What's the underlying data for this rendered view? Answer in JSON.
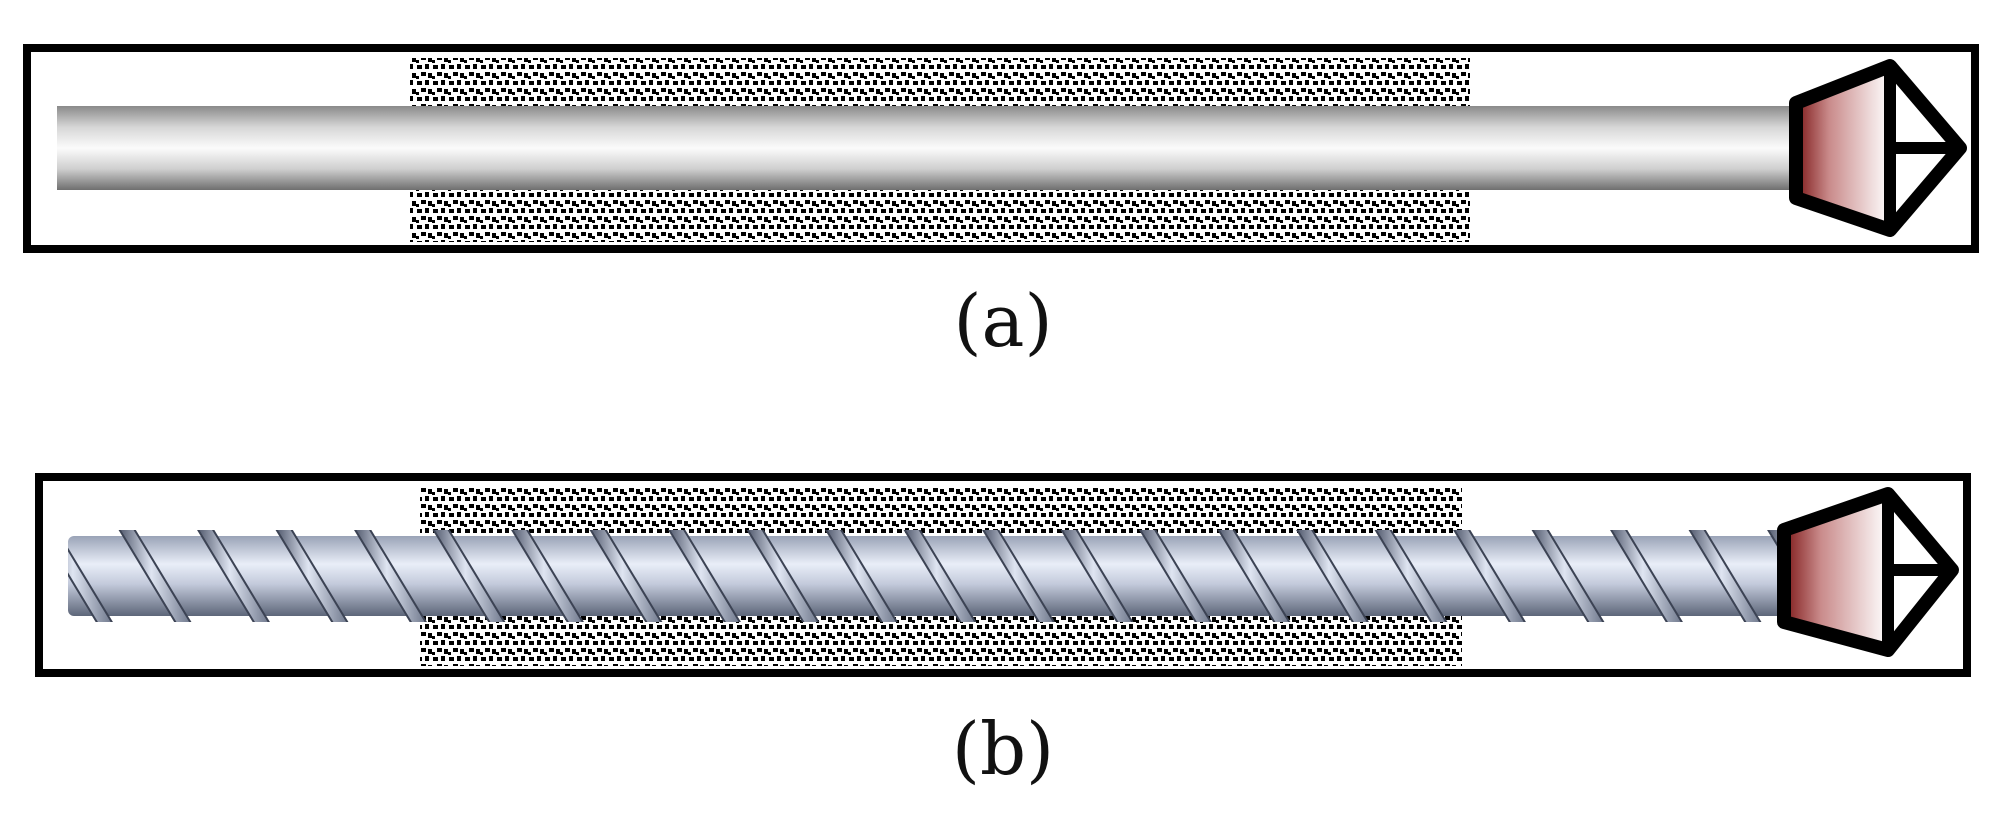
{
  "panels": [
    {
      "id": "a",
      "caption": "(a)",
      "shaft": "smooth"
    },
    {
      "id": "b",
      "caption": "(b)",
      "shaft": "screw"
    }
  ],
  "colors": {
    "frame": "#000000",
    "smooth_shaft_light": "#f2f2f2",
    "smooth_shaft_dark": "#6f6f6f",
    "screw_light": "#eef2fa",
    "screw_dark": "#5d6679",
    "die_red": "#8a1e1e",
    "die_light": "#ffffff",
    "stipple": "#000000"
  }
}
